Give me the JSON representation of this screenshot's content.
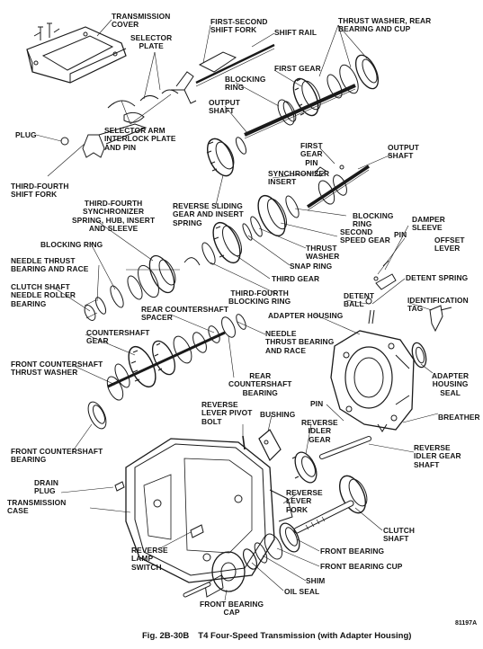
{
  "labels": {
    "transmission_cover": "TRANSMISSION\nCOVER",
    "first_second_shift_fork": "FIRST-SECOND\nSHIFT FORK",
    "shift_rail": "SHIFT RAIL",
    "thrust_washer_rear": "THRUST WASHER, REAR\nBEARING AND CUP",
    "selector_plate": "SELECTOR\nPLATE",
    "first_gear": "FIRST GEAR",
    "blocking_ring_top": "BLOCKING\nRING",
    "output_shaft_left": "OUTPUT\nSHAFT",
    "plug": "PLUG",
    "selector_arm": "SELECTOR ARM\nINTERLOCK PLATE\nAND PIN",
    "first_gear_pin": "FIRST\nGEAR\nPIN",
    "output_shaft_right": "OUTPUT\nSHAFT",
    "third_fourth_shift_fork": "THIRD-FOURTH\nSHIFT FORK",
    "synchronizer_insert": "SYNCHRONIZER\nINSERT",
    "third_fourth_synchronizer": "THIRD-FOURTH\nSYNCHRONIZER\nSPRING, HUB, INSERT\nAND SLEEVE",
    "reverse_sliding_gear": "REVERSE SLIDING\nGEAR AND INSERT\nSPRING",
    "blocking_ring_right": "BLOCKING\nRING",
    "damper_sleeve": "DAMPER\nSLEEVE",
    "second_speed_gear": "SECOND\nSPEED GEAR",
    "pin_top": "PIN",
    "offset_lever": "OFFSET\nLEVER",
    "blocking_ring_left": "BLOCKING RING",
    "thrust_washer": "THRUST\nWASHER",
    "snap_ring": "SNAP RING",
    "needle_thrust_bearing_race": "NEEDLE THRUST\nBEARING AND RACE",
    "detent_spring": "DETENT SPRING",
    "third_gear": "THIRD GEAR",
    "clutch_shaft_needle": "CLUTCH SHAFT\nNEEDLE ROLLER\nBEARING",
    "third_fourth_blocking_ring": "THIRD-FOURTH\nBLOCKING RING",
    "detent_ball": "DETENT\nBALL",
    "identification_tag": "IDENTIFICATION\nTAG",
    "rear_countershaft_spacer": "REAR COUNTERSHAFT\nSPACER",
    "adapter_housing": "ADAPTER HOUSING",
    "countershaft_gear": "COUNTERSHAFT\nGEAR",
    "needle_thrust_bearing_race_2": "NEEDLE\nTHRUST BEARING\nAND RACE",
    "front_countershaft_thrust_washer": "FRONT COUNTERSHAFT\nTHRUST WASHER",
    "rear_countershaft_bearing": "REAR\nCOUNTERSHAFT\nBEARING",
    "adapter_housing_seal": "ADAPTER\nHOUSING\nSEAL",
    "pin_mid": "PIN",
    "reverse_lever_pivot_bolt": "REVERSE\nLEVER PIVOT\nBOLT",
    "bushing": "BUSHING",
    "breather": "BREATHER",
    "reverse_idler_gear": "REVERSE\nIDLER\nGEAR",
    "front_countershaft_bearing": "FRONT COUNTERSHAFT\nBEARING",
    "reverse_idler_gear_shaft": "REVERSE\nIDLER GEAR\nSHAFT",
    "drain_plug": "DRAIN\nPLUG",
    "transmission_case": "TRANSMISSION\nCASE",
    "reverse_lever_fork": "REVERSE\nLEVER\nFORK",
    "clutch_shaft": "CLUTCH\nSHAFT",
    "front_bearing": "FRONT BEARING",
    "reverse_lamp_switch": "REVERSE\nLAMP\nSWITCH",
    "front_bearing_cup": "FRONT BEARING CUP",
    "shim": "SHIM",
    "oil_seal": "OIL SEAL",
    "front_bearing_cap": "FRONT BEARING\nCAP"
  },
  "caption": {
    "fig": "Fig. 2B-30B",
    "title": "T4 Four-Speed Transmission (with Adapter Housing)"
  },
  "code": "81197A"
}
